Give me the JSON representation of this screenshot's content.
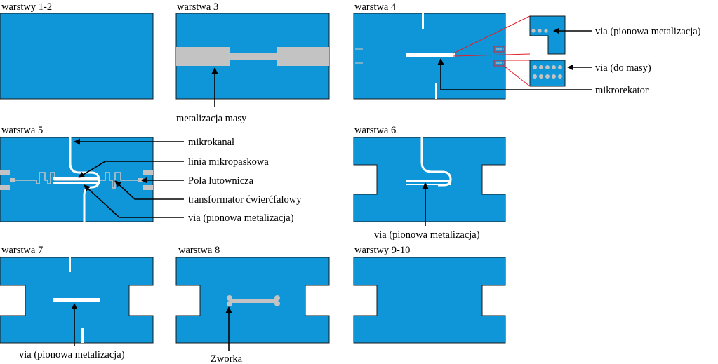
{
  "figure": {
    "layers": {
      "l12": "warstwy 1-2",
      "l3": "warstwa 3",
      "l4": "warstwa 4",
      "l5": "warstwa 5",
      "l6": "warstwa 6",
      "l7": "warstwa 7",
      "l8": "warstwa 8",
      "l910": "warstwy  9-10"
    },
    "annotations": {
      "metalizacja_masy": "metalizacja masy",
      "via_pionowa_l4": "via (pionowa metalizacja)",
      "via_do_masy": "via (do masy)",
      "mikrorekator": "mikrorekator",
      "mikrokanal": "mikrokanał",
      "linia_mikropaskowa": "linia mikropaskowa",
      "pola_lutownicza": "Pola lutownicza",
      "transformator": "transformator ćwierćfalowy",
      "via_pionowa_l5": "via (pionowa metalizacja)",
      "via_pionowa_l6": "via (pionowa metalizacja)",
      "via_pionowa_l7": "via (pionowa metalizacja)",
      "zworka": "Zworka"
    },
    "colors": {
      "substrate": "#0f96d8",
      "metal": "#c3c3c3",
      "channel": "#ffffff",
      "zoom_line": "#e0202a",
      "outline": "#1a1a1a"
    }
  }
}
